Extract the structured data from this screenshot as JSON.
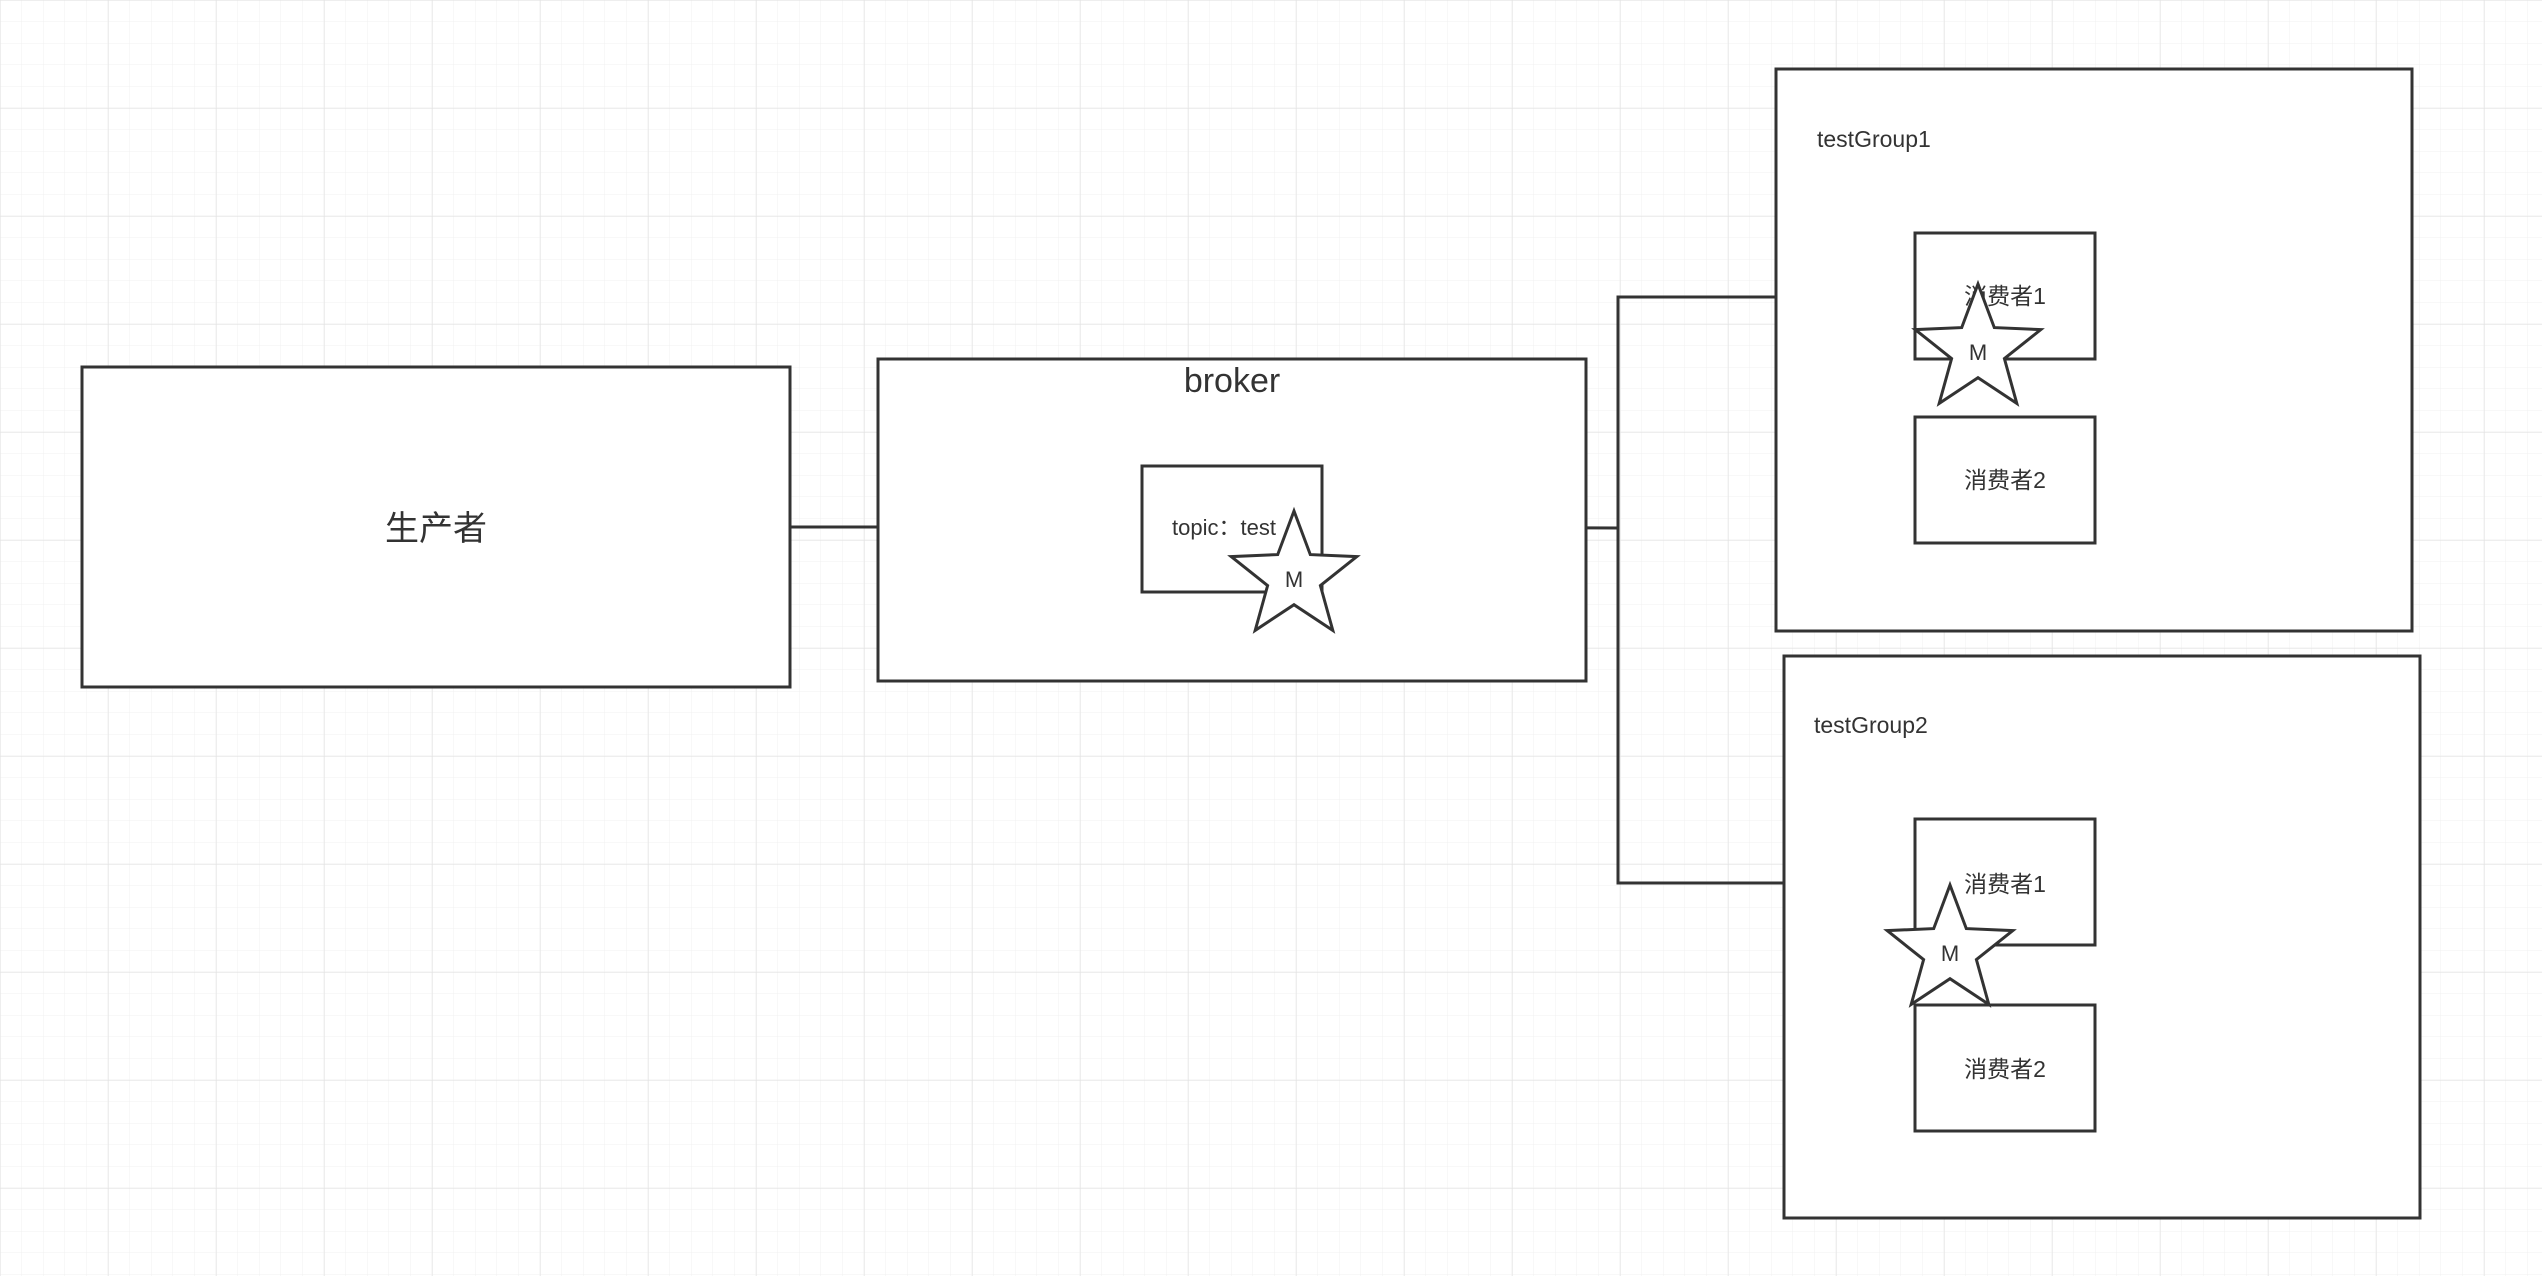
{
  "canvas": {
    "background": "#ffffff",
    "grid_visible": true,
    "grid_minor_color": "#f1f1f1",
    "grid_major_color": "#e3e3e3"
  },
  "colors": {
    "stroke": "#333333",
    "text": "#333333",
    "shape_fill": "#ffffff"
  },
  "producer": {
    "label": "生产者"
  },
  "broker": {
    "label": "broker",
    "topic_label": "topic：test",
    "message_label": "M"
  },
  "groups": [
    {
      "label": "testGroup1",
      "consumers": [
        {
          "label": "消费者1"
        },
        {
          "label": "消费者2"
        }
      ],
      "message_label": "M"
    },
    {
      "label": "testGroup2",
      "consumers": [
        {
          "label": "消费者1"
        },
        {
          "label": "消费者2"
        }
      ],
      "message_label": "M"
    }
  ]
}
